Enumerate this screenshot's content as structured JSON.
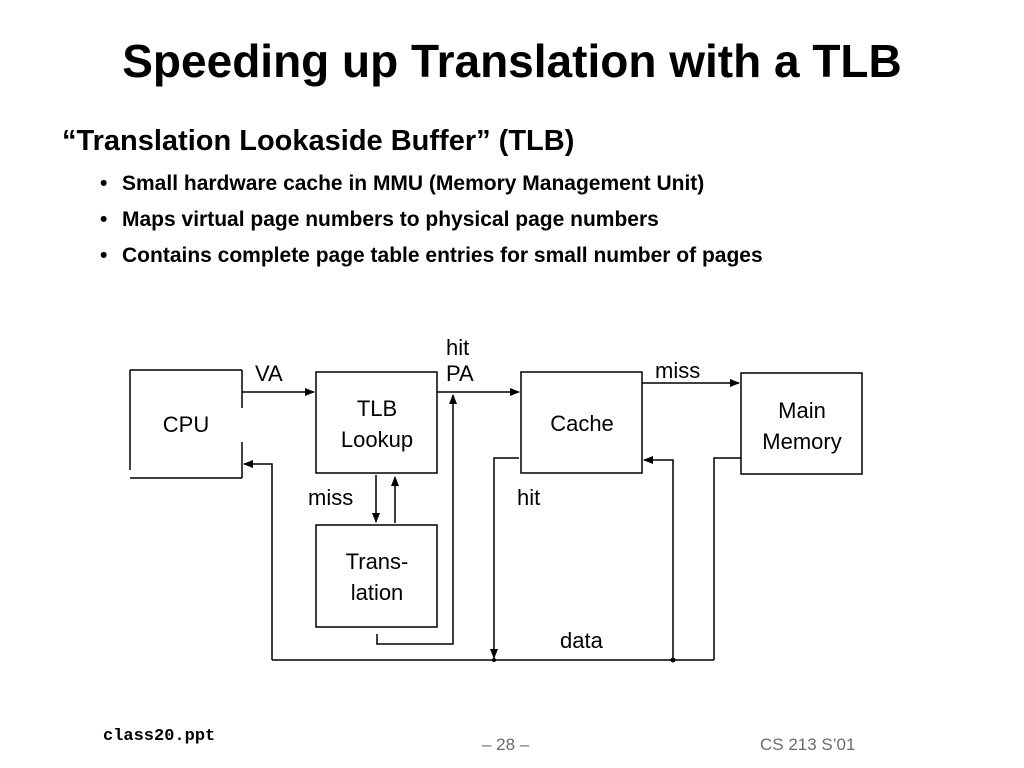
{
  "slide": {
    "title": "Speeding up Translation with a TLB",
    "subtitle": "“Translation Lookaside Buffer” (TLB)",
    "bullet_marker": "•",
    "bullets": [
      "Small hardware cache in MMU (Memory Management Unit)",
      "Maps virtual page numbers to  physical page numbers",
      "Contains complete page table entries for small number of pages"
    ]
  },
  "diagram": {
    "boxes": {
      "cpu": [
        "CPU"
      ],
      "tlb": [
        "TLB",
        "Lookup"
      ],
      "cache": [
        "Cache"
      ],
      "memory": [
        "Main",
        "Memory"
      ],
      "translation": [
        "Trans-",
        "lation"
      ]
    },
    "labels": {
      "va": "VA",
      "hit_top": "hit",
      "pa": "PA",
      "miss_top": "miss",
      "miss_tlb": "miss",
      "hit_cache": "hit",
      "data": "data"
    }
  },
  "footer": {
    "file": "class20.ppt",
    "page": "– 28 –",
    "course": "CS 213 S’01"
  }
}
